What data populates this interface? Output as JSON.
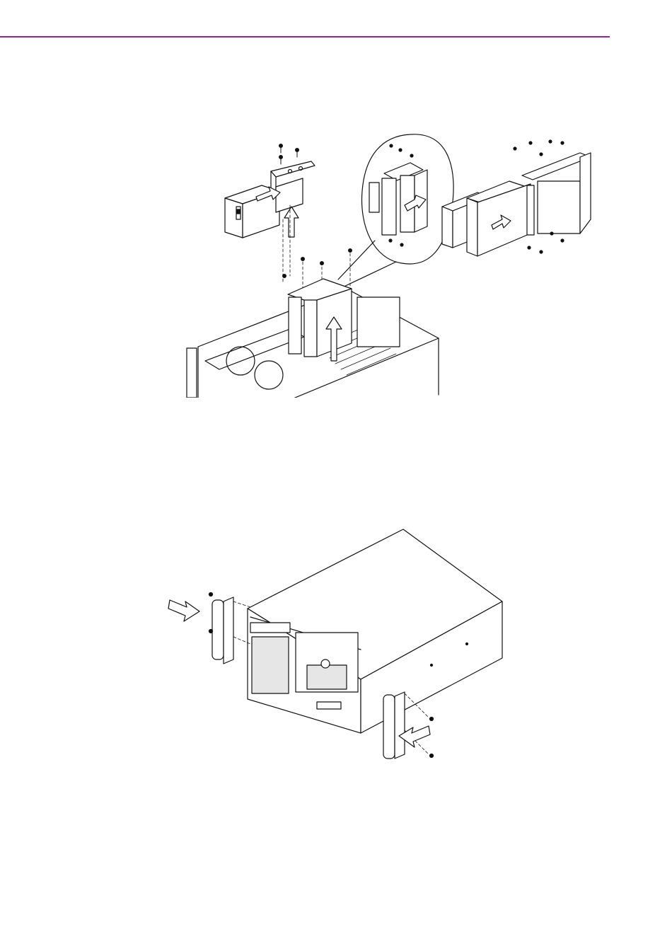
{
  "page": {
    "accent_color": "#a0208e",
    "line_color": "#111111"
  },
  "figures": [
    {
      "id": "drive-bay-installation",
      "icons": [
        "screw-icon",
        "arrow-icon",
        "magnify-callout"
      ]
    },
    {
      "id": "rack-handle-installation",
      "icons": [
        "screw-icon",
        "arrow-icon",
        "handle-bracket"
      ]
    }
  ]
}
